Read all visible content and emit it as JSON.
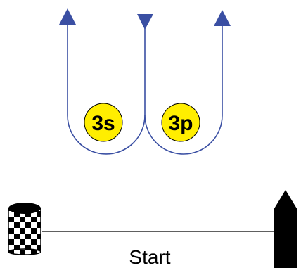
{
  "diagram": {
    "marks": [
      {
        "label": "3s"
      },
      {
        "label": "3p"
      }
    ],
    "start_label": "Start"
  },
  "colors": {
    "course_path": "#3a4fa3",
    "mark_fill": "#ffee00",
    "mark_stroke": "#000000",
    "committee_boat": "#000000",
    "pin_checker_dark": "#000000",
    "pin_checker_light": "#ffffff"
  },
  "icons": {
    "pin_end": "checkered-buoy-icon",
    "boat_end": "committee-boat-icon",
    "arrow": "triangle-arrow-icon"
  }
}
